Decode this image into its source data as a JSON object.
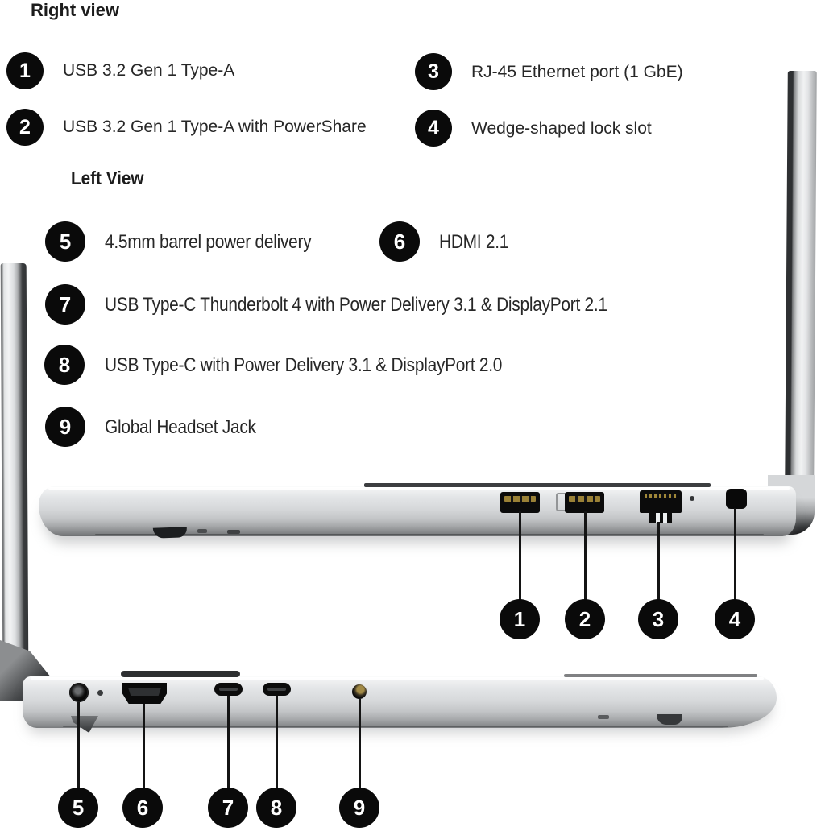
{
  "headings": {
    "right_view": "Right view",
    "left_view": "Left View"
  },
  "legend": {
    "right_view": [
      {
        "num": "1",
        "label": "USB 3.2 Gen 1 Type-A"
      },
      {
        "num": "2",
        "label": "USB 3.2 Gen 1 Type-A with PowerShare"
      },
      {
        "num": "3",
        "label": "RJ-45 Ethernet port (1 GbE)"
      },
      {
        "num": "4",
        "label": "Wedge-shaped lock slot"
      }
    ],
    "left_view": [
      {
        "num": "5",
        "label": "4.5mm barrel power delivery"
      },
      {
        "num": "6",
        "label": "HDMI 2.1"
      },
      {
        "num": "7",
        "label": "USB Type-C Thunderbolt 4 with Power Delivery 3.1 & DisplayPort 2.1"
      },
      {
        "num": "8",
        "label": "USB Type-C with Power Delivery 3.1 & DisplayPort 2.0"
      },
      {
        "num": "9",
        "label": "Global Headset Jack"
      }
    ]
  },
  "callouts": {
    "right": [
      "1",
      "2",
      "3",
      "4"
    ],
    "left": [
      "5",
      "6",
      "7",
      "8",
      "9"
    ]
  },
  "colors": {
    "background": "#ffffff",
    "badge_bg": "#0a0a0a",
    "badge_text": "#ffffff",
    "text": "#272727",
    "callout_line": "#141414",
    "chassis_silver": "#d6d8da",
    "port_black": "#0b0b0b",
    "pin_gold": "#9a8136"
  }
}
